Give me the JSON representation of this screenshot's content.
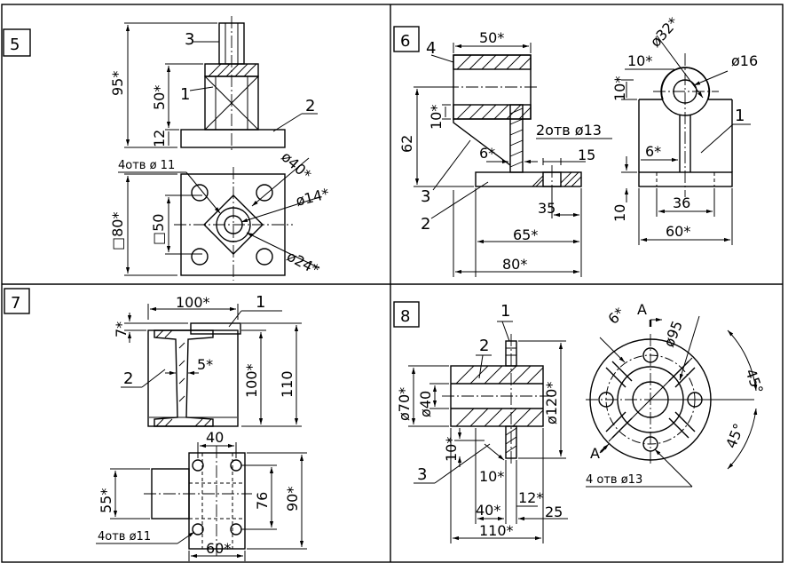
{
  "panels": [
    {
      "number": "5",
      "leaders": [
        "3",
        "1",
        "2"
      ],
      "dims": [
        "95*",
        "50*",
        "12",
        "4отв ø 11",
        "□80*",
        "□50",
        "ø40*",
        "ø14*",
        "ø24*"
      ]
    },
    {
      "number": "6",
      "leaders": [
        "4",
        "3",
        "2",
        "1"
      ],
      "dims": [
        "50*",
        "62",
        "10*",
        "6*",
        "2отв ø13",
        "15",
        "35",
        "65*",
        "80*",
        "10*",
        "ø32*",
        "ø16",
        "10*",
        "6*",
        "36",
        "60*",
        "10"
      ]
    },
    {
      "number": "7",
      "leaders": [
        "1",
        "2"
      ],
      "dims": [
        "100*",
        "7*",
        "5*",
        "100*",
        "110",
        "40",
        "55*",
        "76",
        "90*",
        "4отв ø11",
        "60*"
      ]
    },
    {
      "number": "8",
      "leaders": [
        "1",
        "2",
        "3"
      ],
      "dims": [
        "ø70*",
        "ø40",
        "ø120*",
        "10*",
        "10*",
        "40*",
        "12*",
        "25",
        "110*",
        "6*",
        "A",
        "ø95",
        "45°",
        "45°",
        "A",
        "4 отв ø13"
      ]
    }
  ],
  "colors": {
    "ink": "#000000",
    "paper": "#ffffff"
  }
}
